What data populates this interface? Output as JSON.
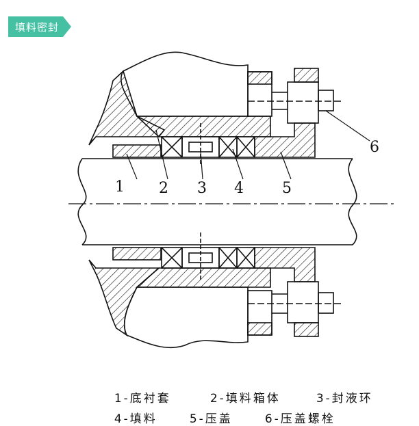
{
  "header": {
    "tag_label": "填料密封"
  },
  "diagram": {
    "callouts": [
      "1",
      "2",
      "3",
      "4",
      "5",
      "6"
    ]
  },
  "legend": {
    "row1": [
      "1-底衬套",
      "2-填料箱体",
      "3-封液环"
    ],
    "row2": [
      "4-填料",
      "5-压盖",
      "6-压盖螺栓"
    ]
  },
  "colors": {
    "tag": "#45c0a3",
    "line": "#111111"
  }
}
